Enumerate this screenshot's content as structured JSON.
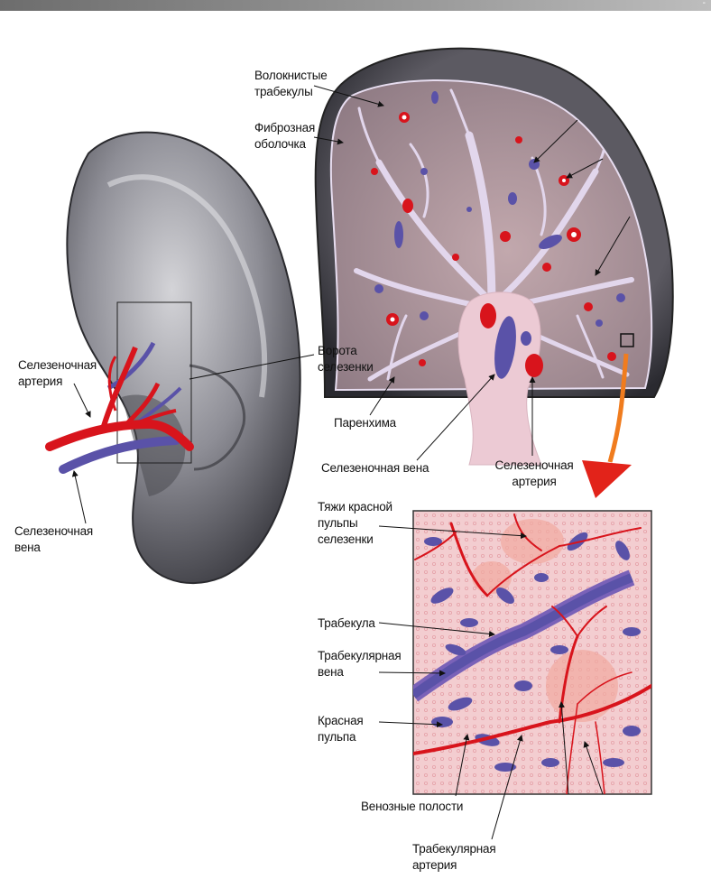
{
  "labels": {
    "fibrous_trabeculae": "Волокнистые\nтрабекулы",
    "fibrous_capsule": "Фиброзная\nоболочка",
    "splenic_artery_left": "Селезеночная\nартерия",
    "splenic_hilum": "Ворота\nселезенки",
    "splenic_vein_left": "Селезеночная\nвена",
    "parenchyma": "Паренхима",
    "splenic_vein_right": "Селезеночная вена",
    "splenic_artery_right": "Селезеночная\nартерия",
    "red_pulp_cords": "Тяжи красной\nпульпы\nселезенки",
    "trabecula": "Трабекула",
    "trabecular_vein": "Трабекулярная\nвена",
    "red_pulp": "Красная\nпульпа",
    "venous_cavities": "Венозные полости",
    "trabecular_artery": "Трабекулярная\nартерия"
  },
  "colors": {
    "spleen_dark": "#3a3a40",
    "spleen_light": "#b8b8be",
    "parenchyma": "#a58f95",
    "trabecula": "#d9cde6",
    "artery": "#d8141c",
    "vein": "#5a52a8",
    "pulp_bg": "#f3cdd0",
    "arrow_orange": "#f07c1e"
  }
}
